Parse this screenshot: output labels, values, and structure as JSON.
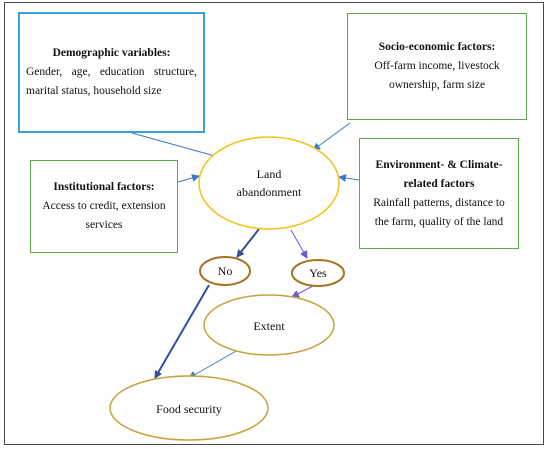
{
  "diagram": {
    "factors": {
      "demographic": {
        "title": "Demographic variables:",
        "description": "Gender, age, education structure, marital status, household size"
      },
      "socio_economic": {
        "title": "Socio-economic factors:",
        "description": "Off-farm income, livestock ownership, farm size"
      },
      "institutional": {
        "title": "Institutional factors:",
        "description": "Access to credit, extension services"
      },
      "environment": {
        "title": "Environment- & Climate-related factors",
        "description": "Rainfall patterns, distance to the farm, quality of the land"
      }
    },
    "nodes": {
      "land_abandonment": "Land abandonment",
      "no": "No",
      "yes": "Yes",
      "extent": "Extent",
      "food_security": "Food security"
    },
    "colors": {
      "demographic_border": "#3aa0d8",
      "factor_border": "#5aa846",
      "main_ellipse": "#f2c218",
      "outcome_ellipse": "#c9a13b",
      "no_yes_ellipse": "#a8731f",
      "arrow_blue": "#3d78c8",
      "arrow_dark_blue": "#2f4fa0",
      "arrow_purple": "#6a5ad6"
    }
  }
}
